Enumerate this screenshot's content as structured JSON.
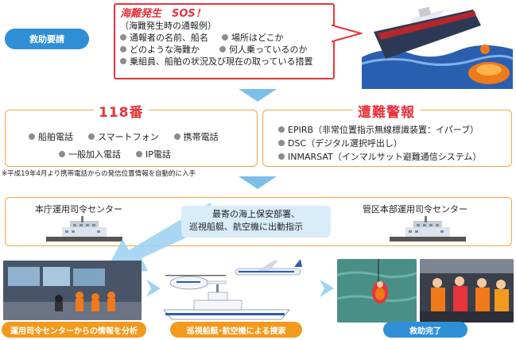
{
  "rescue_request": {
    "label": "救助要請"
  },
  "sos": {
    "title": "海難発生　SOS！",
    "subtitle": "（海難発生時の通報例）",
    "items": [
      "通報者の名前、船名",
      "場所はどこか",
      "どのような海難か",
      "何人乗っているのか",
      "乗組員、船舶の状況及び現在の取っている措置"
    ]
  },
  "panel_118": {
    "title": "118番",
    "items": [
      "船舶電話",
      "スマートフォン",
      "携帯電話",
      "一般加入電話",
      "IP電話"
    ]
  },
  "panel_distress": {
    "title": "遭難警報",
    "items": [
      "EPIRB（非常位置指示無線標識装置：イパーブ）",
      "DSC（デジタル選択呼出し）",
      "INMARSAT（インマルサット避難通信システム）"
    ]
  },
  "footnote": "※平成19年4月より携帯電話からの発信位置情報を自動的に入手",
  "centers": {
    "hq_label": "本庁運用司令センター",
    "regional_label": "管区本部運用司令センター",
    "dispatch_line1": "最寄の海上保安部署、",
    "dispatch_line2": "巡視船艇、航空機に出動指示"
  },
  "steps": [
    {
      "label": "運用司令センターからの情報を分析"
    },
    {
      "label": "巡視船艇･航空機による捜索"
    },
    {
      "label": "救助完了"
    }
  ],
  "colors": {
    "blue_accent": "#2f8fd6",
    "orange_accent": "#f29a1e",
    "red_accent": "#e8343b",
    "arrow": "#7cc0ea"
  }
}
